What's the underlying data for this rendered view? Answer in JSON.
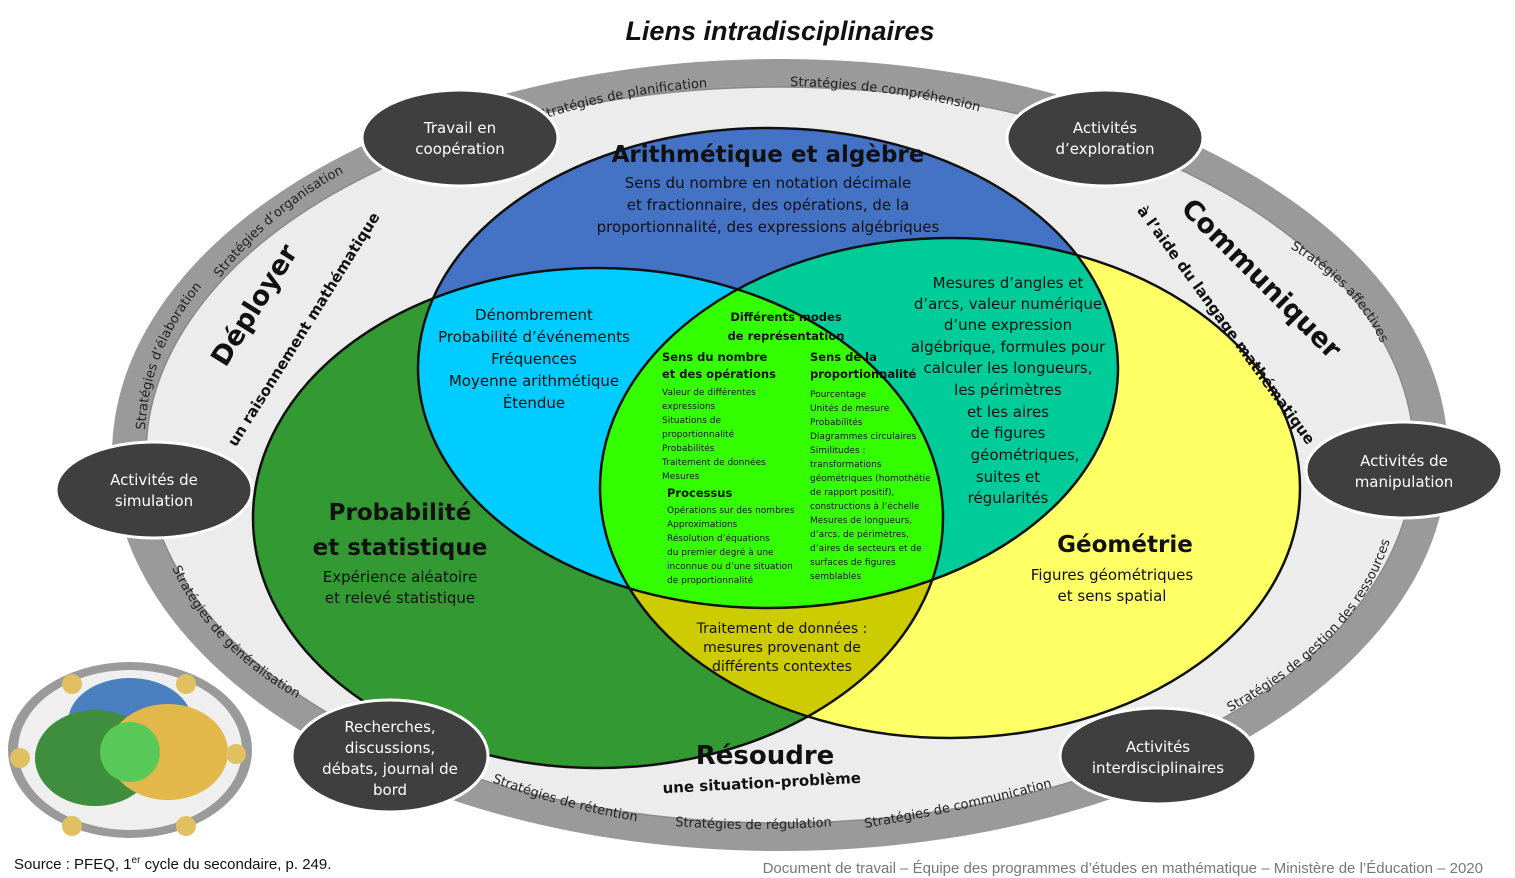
{
  "title": "Liens intradisciplinaires",
  "colors": {
    "outer_ring": "#9a9a9a",
    "inner_band": "#ececec",
    "arithmetique": "#4472c4",
    "probabilite": "#339933",
    "geometrie": "#ffff66",
    "intersect_ap": "#00ccff",
    "intersect_ag": "#00cc99",
    "intersect_pg": "#cccc00",
    "center": "#33ff00",
    "bubbles": "#3f3f3f"
  },
  "ring_strategies": {
    "planification": "Stratégies de planification",
    "comprehension": "Stratégies de compréhension",
    "organisation": "Stratégies d’organisation",
    "elaboration": "Stratégies d’élaboration",
    "affectives": "Stratégies affectives",
    "gestion": "Stratégies de gestion des ressources",
    "generalisation": "Stratégies de généralisation",
    "retention": "Stratégies de rétention",
    "regulation": "Stratégies de régulation",
    "communication": "Stratégies de communication"
  },
  "competencies": {
    "deployer": {
      "main": "Déployer",
      "sub": "un raisonnement mathématique"
    },
    "communiquer": {
      "main": "Communiquer",
      "sub": "à l’aide du langage mathématique"
    },
    "resoudre": {
      "main": "Résoudre",
      "sub": "une situation-problème"
    }
  },
  "bubbles": {
    "cooperation": [
      "Travail en",
      "coopération"
    ],
    "exploration": [
      "Activités",
      "d’exploration"
    ],
    "simulation": [
      "Activités de",
      "simulation"
    ],
    "manipulation": [
      "Activités de",
      "manipulation"
    ],
    "recherches": [
      "Recherches,",
      "discussions,",
      "débats, journal de",
      "bord"
    ],
    "interdisciplinaires": [
      "Activités",
      "interdisciplinaires"
    ]
  },
  "arithmetique": {
    "title": "Arithmétique et algèbre",
    "lines": [
      "Sens du nombre en notation décimale",
      "et fractionnaire, des opérations, de la",
      "proportionnalité, des expressions algébriques"
    ]
  },
  "probabilite": {
    "title": [
      "Probabilité",
      "et statistique"
    ],
    "lines": [
      "Expérience aléatoire",
      "et relevé statistique"
    ]
  },
  "geometrie": {
    "title": "Géométrie",
    "lines": [
      "Figures géométriques",
      "et sens spatial"
    ]
  },
  "intersect_ap": [
    "Dénombrement",
    "Probabilité d’événements",
    "Fréquences",
    "Moyenne arithmétique",
    "Étendue"
  ],
  "intersect_ag": [
    "Mesures d’angles et",
    "d’arcs, valeur numérique",
    "d’une expression",
    "algébrique, formules pour",
    "calculer les longueurs,",
    "les périmètres",
    "et les aires",
    "de figures",
    "géométriques,",
    "suites et",
    "régularités"
  ],
  "intersect_pg": [
    "Traitement de données :",
    "mesures provenant de",
    "différents contextes"
  ],
  "center": {
    "title": [
      "Différents modes",
      "de représentation"
    ],
    "left_heading": [
      "Sens du nombre",
      "et des opérations"
    ],
    "left_items": [
      "Valeur de différentes",
      "expressions",
      "Situations de",
      "proportionnalité",
      "Probabilités",
      "Traitement de données",
      "Mesures"
    ],
    "process_heading": "Processus",
    "process_items": [
      "Opérations sur des nombres",
      "Approximations",
      "Résolution d’équations",
      "du premier degré à une",
      "inconnue ou d’une situation",
      "de proportionnalité"
    ],
    "right_heading": [
      "Sens de la",
      "proportionnalité"
    ],
    "right_items": [
      "Pourcentage",
      "Unités de mesure",
      "Probabilités",
      "Diagrammes circulaires",
      "Similitudes :",
      "transformations",
      "géométriques (homothétie",
      "de rapport positif),",
      "constructions à l’échelle",
      "Mesures de longueurs,",
      "d’arcs, de périmètres,",
      "d’aires de secteurs et de",
      "surfaces de figures",
      "semblables"
    ]
  },
  "footer": {
    "source_pre": "Source : PFEQ, 1",
    "source_sup": "er",
    "source_post": " cycle du secondaire, p. 249.",
    "credit": "Document de travail – Équipe des programmes d’études en mathématique – Ministère de l’Éducation – 2020"
  }
}
